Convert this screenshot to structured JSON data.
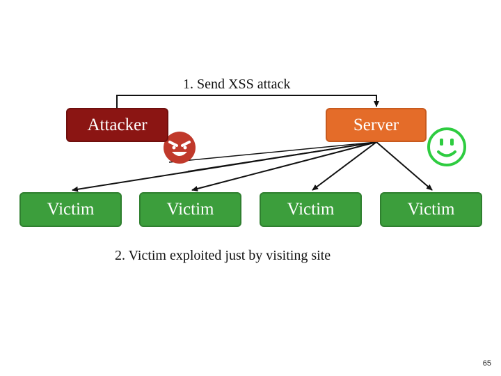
{
  "labels": {
    "step1": "1. Send XSS attack",
    "step2": "2. Victim exploited just by visiting site"
  },
  "nodes": {
    "attacker": "Attacker",
    "server": "Server",
    "victims": [
      "Victim",
      "Victim",
      "Victim",
      "Victim"
    ]
  },
  "icons": {
    "attacker_face": "evil-face-icon",
    "server_face": "smiley-face-icon"
  },
  "colors": {
    "attacker": "#8b1513",
    "server": "#e46c29",
    "victim": "#3c9e3c",
    "evil_face": "#c0392b",
    "smiley_face": "#2ecc40"
  },
  "page_number": "65"
}
